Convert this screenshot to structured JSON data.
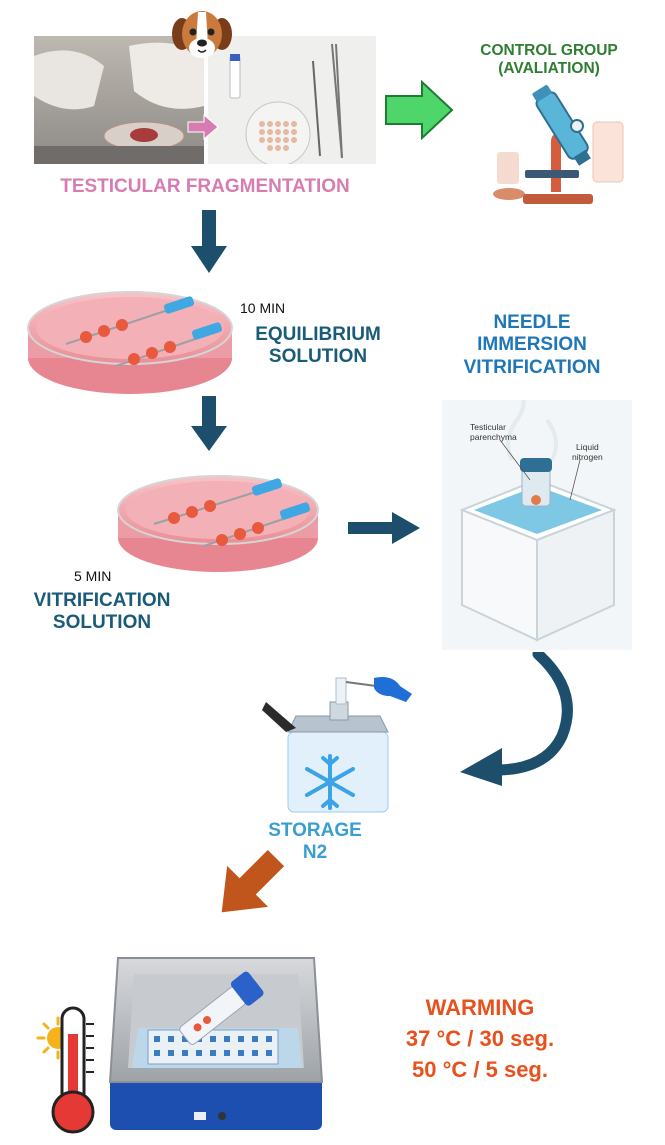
{
  "colors": {
    "pink": "#d77cb2",
    "green": "#2e7d32",
    "teal": "#1a5b78",
    "blue": "#1f77b8",
    "orange": "#e8501c",
    "arrow_teal": "#1d4e6b",
    "arrow_green": "#4fd66a",
    "arrow_orange": "#c0561c"
  },
  "icons": [
    "beagle-dog-icon",
    "microscope-icon",
    "petri-dish-icon",
    "styrofoam-box-icon",
    "cryo-tank-icon",
    "snowflake-icon",
    "water-bath-icon",
    "thermometer-icon",
    "sun-icon"
  ],
  "steps": {
    "fragmentation": {
      "label": "TESTICULAR FRAGMENTATION"
    },
    "control": {
      "line1": "CONTROL GROUP",
      "line2": "(AVALIATION)"
    },
    "equilibrium": {
      "time": "10 MIN",
      "line1": "EQUILIBRIUM",
      "line2": "SOLUTION"
    },
    "needle": {
      "line1": "NEEDLE",
      "line2": "IMMERSION",
      "line3": "VITRIFICATION",
      "callout1_a": "Testicular",
      "callout1_b": "parenchyma",
      "callout2_a": "Liquid",
      "callout2_b": "nitrogen"
    },
    "vitrification": {
      "time": "5 MIN",
      "line1": "VITRIFICATION",
      "line2": "SOLUTION"
    },
    "storage": {
      "line1": "STORAGE",
      "line2": "N2"
    },
    "warming": {
      "line1": "WARMING",
      "line2": "37 °C / 30 seg.",
      "line3": "50 °C / 5 seg."
    }
  }
}
